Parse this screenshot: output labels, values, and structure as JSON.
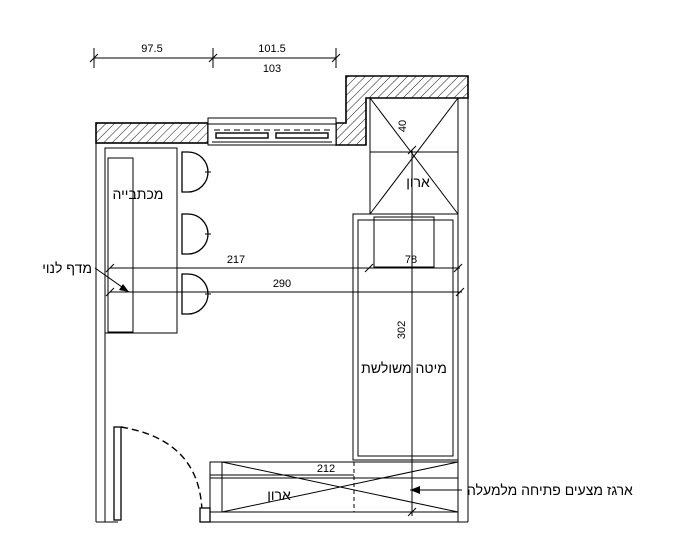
{
  "dimensions": {
    "top_left": "97.5",
    "top_mid": "101.5",
    "top_mid_below": "103",
    "cabinet_top_depth": "40",
    "width_217": "217",
    "width_78": "78",
    "width_290": "290",
    "length_302": "302",
    "drawer_width": "212"
  },
  "labels": {
    "desk": "מכתבייה",
    "mobile_shelf": "מדף לנוי",
    "top_cabinet": "ארון",
    "bunk_bed": "מיטה משולשת",
    "bottom_cabinet": "ארון",
    "drawer_note": "ארגז מצעים פתיחה מלמעלה"
  }
}
